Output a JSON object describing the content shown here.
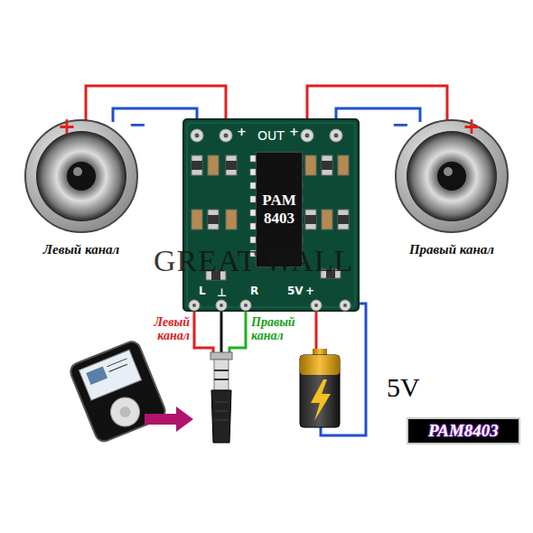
{
  "diagram": {
    "nodes": [
      {
        "text": [
          "OUT"
        ]
      },
      {
        "text": [
          "PAM 8403"
        ],
        "in": 0
      },
      {
        "text": [
          "PAM8403"
        ]
      }
    ],
    "labels": [
      "+",
      "−",
      "+",
      "+",
      "−",
      "+",
      "Левый канал",
      "Правый канал",
      "GREAT WALL",
      "L",
      "⊥",
      "R",
      "5V",
      "+",
      "Левый канал",
      "Правый канал",
      "5V"
    ]
  }
}
